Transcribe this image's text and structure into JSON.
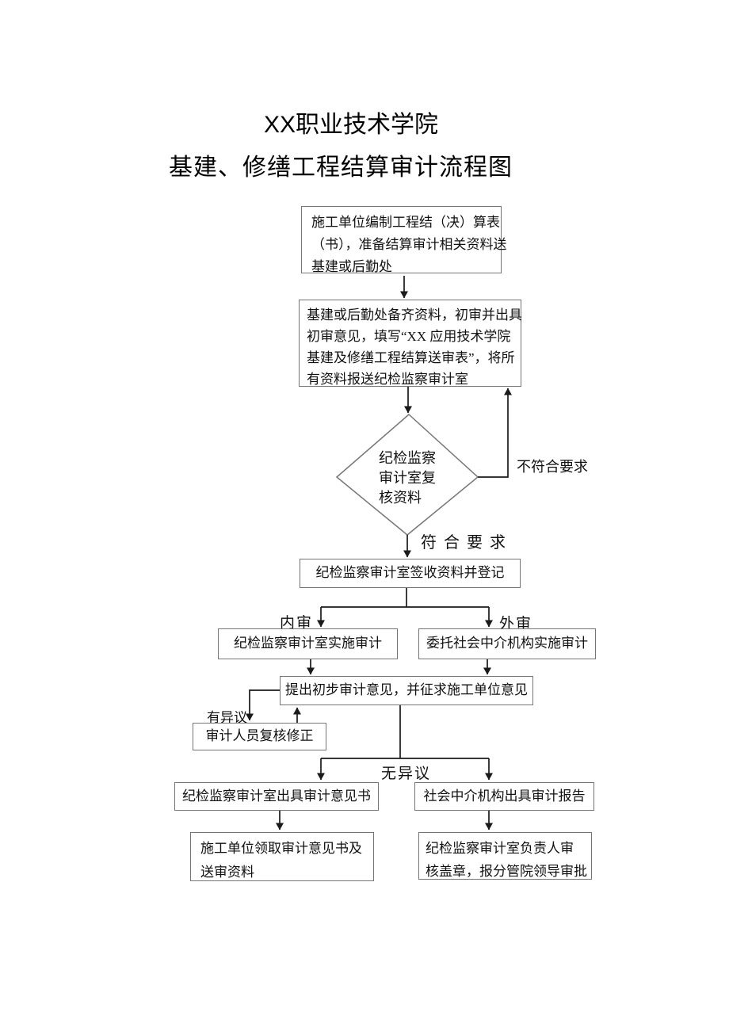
{
  "colors": {
    "line": "#1a1a1a",
    "box_border": "#757575",
    "text": "#111111",
    "page_bg": "#ffffff"
  },
  "title": {
    "line1": "XX职业技术学院",
    "line2": "基建、修缮工程结算审计流程图"
  },
  "nodes": {
    "start": {
      "lines": [
        "施工单位编制工程结（决）算表",
        "（书），准备结算审计相关资料送",
        "基建或后勤处"
      ]
    },
    "prelim": {
      "lines": [
        "基建或后勤处备齐资料，初审并出具",
        "初审意见，填写“XX 应用技术学院",
        "基建及修缮工程结算送审表”，将所",
        "有资料报送纪检监察审计室"
      ]
    },
    "review_diamond": {
      "lines": [
        "纪检监察",
        "审计室复",
        "核资料"
      ]
    },
    "register": {
      "label": "纪检监察审计室签收资料并登记"
    },
    "internal_audit": {
      "label": "纪检监察审计室实施审计"
    },
    "external_audit": {
      "label": "委托社会中介机构实施审计"
    },
    "preliminary_opinion": {
      "label": "提出初步审计意见，并征求施工单位意见"
    },
    "recheck": {
      "label": "审计人员复核修正"
    },
    "issue_opinion": {
      "label": "纪检监察审计室出具审计意见书"
    },
    "issue_report": {
      "label": "社会中介机构出具审计报告"
    },
    "receive": {
      "lines": [
        "施工单位领取审计意见书及",
        "送审资料"
      ]
    },
    "approve": {
      "lines": [
        "纪检监察审计室负责人审",
        "核盖章，报分管院领导审批"
      ]
    }
  },
  "edge_labels": {
    "not_meet": "不符合要求",
    "meet": "符合要求",
    "internal": "内审",
    "external": "外审",
    "objection": "有异议",
    "no_objection": "无异议"
  }
}
